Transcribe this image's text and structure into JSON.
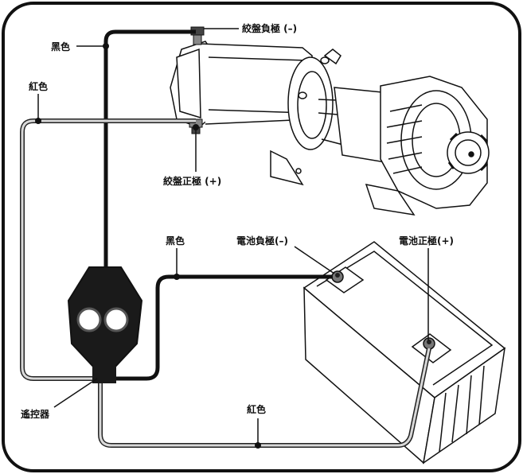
{
  "labels": {
    "winch_negative": "絞盤負極 (–)",
    "winch_positive": "絞盤正極 (+)",
    "black_top": "黑色",
    "red_left": "紅色",
    "black_mid": "黑色",
    "battery_negative": "電池負極(–)",
    "battery_positive": "電池正極(+)",
    "red_bottom": "紅色",
    "remote": "遙控器"
  },
  "colors": {
    "black_wire": "#111111",
    "red_wire_fill": "#d8d8d8",
    "red_wire_outline": "#222222",
    "frame": "#111111",
    "component_fill": "#ffffff",
    "control_box": "#1a1a1a"
  }
}
